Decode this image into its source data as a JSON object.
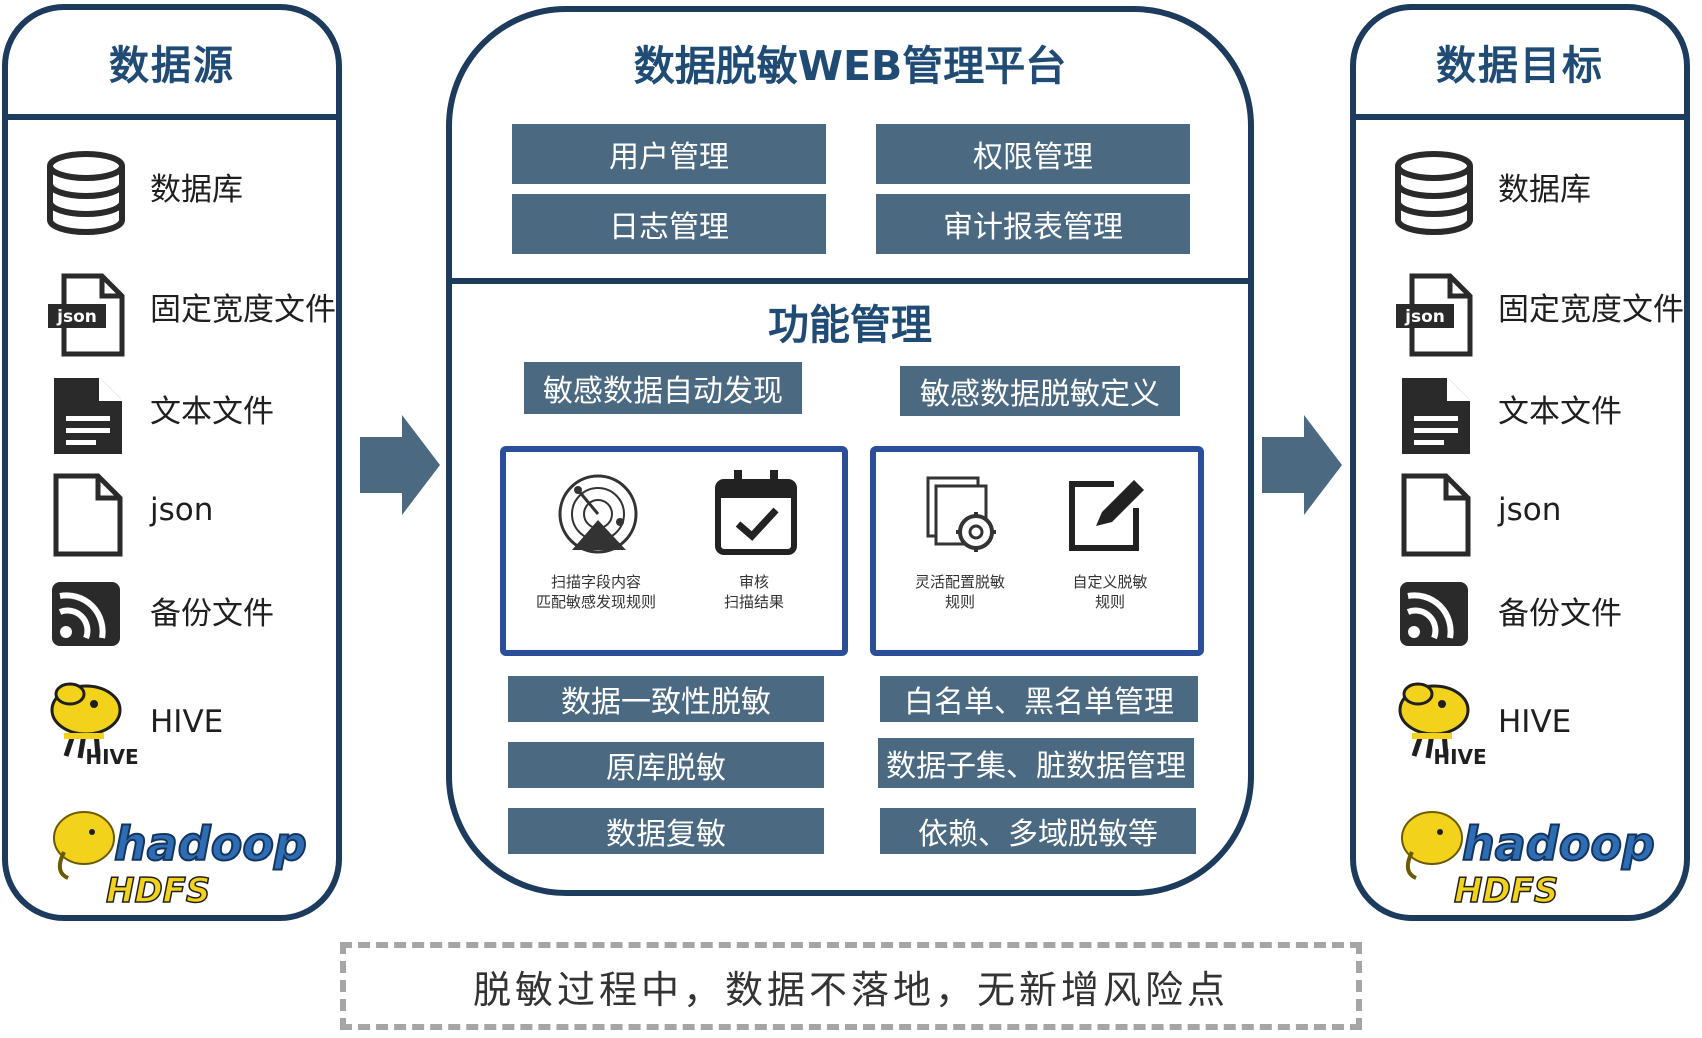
{
  "source": {
    "title": "数据源",
    "items": [
      {
        "label": "数据库"
      },
      {
        "label": "固定宽度文件",
        "icon_text": "json"
      },
      {
        "label": "文本文件"
      },
      {
        "label": "json"
      },
      {
        "label": "备份文件"
      },
      {
        "label": "HIVE",
        "logo_text": "HIVE"
      },
      {
        "logo_text": "hadoop",
        "logo_subtext": "HDFS"
      }
    ]
  },
  "target": {
    "title": "数据目标",
    "items": [
      {
        "label": "数据库"
      },
      {
        "label": "固定宽度文件",
        "icon_text": "json"
      },
      {
        "label": "文本文件"
      },
      {
        "label": "json"
      },
      {
        "label": "备份文件"
      },
      {
        "label": "HIVE",
        "logo_text": "HIVE"
      },
      {
        "logo_text": "hadoop",
        "logo_subtext": "HDFS"
      }
    ]
  },
  "platform": {
    "title": "数据脱敏WEB管理平台",
    "admin_buttons": [
      "用户管理",
      "权限管理",
      "日志管理",
      "审计报表管理"
    ],
    "func_title": "功能管理",
    "discovery_label": "敏感数据自动发现",
    "definition_label": "敏感数据脱敏定义",
    "discovery_features": [
      {
        "caption_line1": "扫描字段内容",
        "caption_line2": "匹配敏感发现规则"
      },
      {
        "caption_line1": "审核",
        "caption_line2": "扫描结果"
      }
    ],
    "definition_features": [
      {
        "caption_line1": "灵活配置脱敏",
        "caption_line2": "规则"
      },
      {
        "caption_line1": "自定义脱敏",
        "caption_line2": "规则"
      }
    ],
    "left_features": [
      "数据一致性脱敏",
      "原库脱敏",
      "数据复敏"
    ],
    "right_features": [
      "白名单、黑名单管理",
      "数据子集、脏数据管理",
      "依赖、多域脱敏等"
    ]
  },
  "footer_note": "脱敏过程中，数据不落地，无新增风险点",
  "colors": {
    "dark_blue": "#1d3b5c",
    "title_blue": "#1f4b74",
    "button_gray_blue": "#4b6a82",
    "frame_blue": "#2b4e9a",
    "arrow": "#4b6a82",
    "dashed": "#a5a5a5"
  }
}
